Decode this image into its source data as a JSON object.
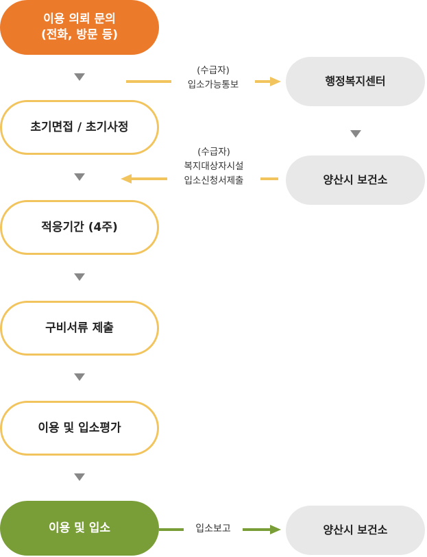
{
  "steps": [
    "이용 의뢰 문의\n(전화, 방문 등)",
    "초기면접 / 초기사정",
    "적응기간 (4주)",
    "구비서류 제출",
    "이용 및 입소평가",
    "이용 및 입소"
  ],
  "side_boxes": [
    "행정복지센터",
    "양산시 보건소",
    "양산시 보건소"
  ],
  "arrow_labels": [
    "(수급자)\n입소가능통보",
    "(수급자)\n복지대상자시설\n입소신청서제출",
    "입소보고"
  ],
  "colors": {
    "first_step": "#ec7a2b",
    "step_border": "#f2c45e",
    "last_step": "#7a9e37",
    "side_box": "#e8e8e8",
    "arrow_orange": "#f2c45e",
    "arrow_green": "#7a9e37",
    "down_triangle": "#888888"
  }
}
